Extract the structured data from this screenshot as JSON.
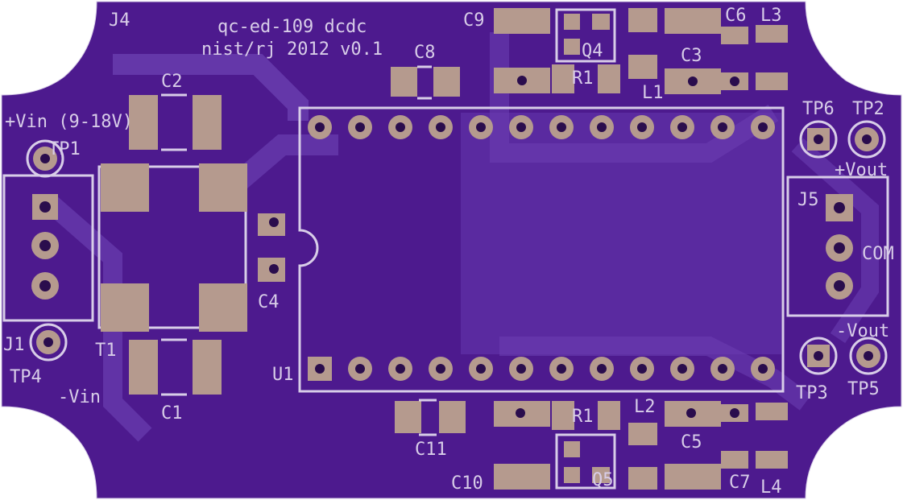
{
  "board": {
    "title_line1": "qc-ed-109 dcdc",
    "title_line2": "nist/rj 2012 v0.1",
    "colors": {
      "substrate": "#4d1a8e",
      "copper_pour": "#5a2aa0",
      "trace": "#6a3eb0",
      "silkscreen": "#d8cde8",
      "pad": "#b59a8e",
      "drill": "#2a0d4d"
    }
  },
  "labels": {
    "J4": "J4",
    "C2": "C2",
    "vin": "+Vin (9-18V)",
    "TP1": "TP1",
    "J1": "J1",
    "TP4": "TP4",
    "vin_neg": "-Vin",
    "T1": "T1",
    "C1": "C1",
    "C4": "C4",
    "U1": "U1",
    "C8": "C8",
    "C9": "C9",
    "Q4": "Q4",
    "R1_top": "R1",
    "C6": "C6",
    "L3": "L3",
    "C3": "C3",
    "L1": "L1",
    "TP6": "TP6",
    "TP2": "TP2",
    "vout_pos": "+Vout",
    "J5": "J5",
    "COM": "COM",
    "vout_neg": "-Vout",
    "TP3": "TP3",
    "TP5": "TP5",
    "L2": "L2",
    "R1_bot": "R1",
    "C11": "C11",
    "C5": "C5",
    "C10": "C10",
    "Q5": "Q5",
    "C7": "C7",
    "L4": "L4"
  }
}
